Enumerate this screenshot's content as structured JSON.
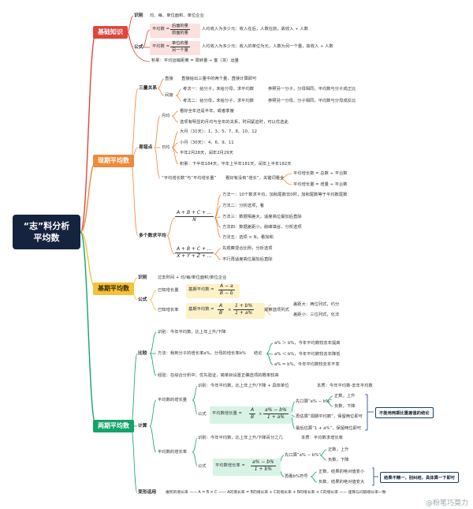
{
  "root": {
    "line1": "“志”料分析",
    "line2": "平均数"
  },
  "branches": {
    "basic": "基础知识",
    "current": "现期平均数",
    "base": "基期平均数",
    "two": "两期平均数"
  },
  "basic": {
    "identify": "识别",
    "identify_text": "均、每、单位面积、单位企业",
    "formula": "公式",
    "f1_label": "平均数 =",
    "f1_num": "后面的量",
    "f1_den": "前面的量",
    "f1_text": "人均收入为多少元：收入在后，人数在前，故收入 ÷ 人数",
    "f2_label": "平均数 =",
    "f2_num": "单位的量",
    "f2_den": "另一个量",
    "f2_text": "人均收入为多少元：收入的单位为元，人数为另一个量，故收入 ÷ 人数",
    "product": "积累：平均运输距离 = 周转量 ÷ 客（货）运量"
  },
  "current": {
    "three": "三量关系",
    "direct": "直接",
    "direct_text": "直接给出三量中的两个量，直接计算即可",
    "indirect": "间接",
    "ind1": "考法一：给分子，未给分母，求平均数",
    "ind1b": "参照另一分子，分母相同，平均数与分子成正比",
    "ind2": "考法二：给分母，未给分子，求平均数",
    "ind2b": "参照另一分母，分子相同，平均数与分母成反比",
    "easy": "易错点",
    "month": "月均",
    "month1": "看好全年还是半年，或者季度",
    "month2": "选项有明显的月均与全年的关系，时间紧迫时，可以优选此",
    "day": "日均",
    "big": "大月（31天）：1、3、5、7、8、10、12",
    "small": "小月（30天）：4、6、9、11",
    "feb": "平年2月28天，闰年2月29天",
    "accum": "积累：下半年184天，平年上半年181天，闰年上半年182天",
    "growth": "“平均增长数”与“平均增长量”",
    "growth_text": "看好有没有“增长”，关键词看全",
    "g1": "平均增长数 = 总数 ÷ 平台数",
    "g2": "平均增长量 = 增量 ÷ 平台数",
    "multi": "多个数求平均",
    "frac1_num": "A + B + C + …",
    "frac1_den": "N",
    "m1": "方法一：10个数求平均，加和尾数非0时，加和尾数等于平均数尾数",
    "m2": "方法二：分析选项，看",
    "m3": "方法三：数据相差大，适度高位最加后直除",
    "m4": "方法四：数据差距小，削峰填谷，分析选项",
    "m5": "方法五：选项 × N，看加和",
    "frac2_num": "A + B + C + …",
    "frac2_den": "X + Y + Z + …",
    "m6": "先观察混合比例，分析选项",
    "m7": "不行再适度高位最加后直除"
  },
  "base": {
    "identify": "识别",
    "identify_text": "过去时间 + 均/每/单位面积/单位企业",
    "formula": "公式",
    "amount": "已知增长量",
    "amount_label": "基期平均数 =",
    "amount_num": "A − a",
    "amount_den": "B − b",
    "rate": "已知增长率",
    "rate_label": "基期平均数 =",
    "rate_a_num": "A",
    "rate_a_den": "B",
    "rate_b_num": "1 + b%",
    "rate_b_den": "1 + a%",
    "rate_text": "观察选项列式",
    "r1": "差距大：两位列式，约分",
    "r2": "差距小：三位列式，化法"
  },
  "two": {
    "compare": "比较",
    "c1": "识别：今年平均数，比上年上升/下降",
    "method": "方法：我到分子的增长率a%，分母的增长率b%",
    "conclude": "结论",
    "k1": "a% ＞ b%，今年平均数较去年提高",
    "k2": "a% ＜ b%，今年平均数较去年降低",
    "k3": "a% = b%，今年平均数较去年不变",
    "exp": "经验：在综合分析中，优先验证，简单目设置正确选项的概率较高",
    "calc": "计算",
    "avg_amount": "平均数的增长量",
    "aa1": "识别：今年平均数，比上年上升/下降 + 具体单位",
    "aa1b": "本质：今年平均数-去年平均数",
    "formula": "公式",
    "aa_label": "平均数增长量 =",
    "aa_num1": "A",
    "aa_den1": "B",
    "aa_num2": "a% − b%",
    "aa_den2": "1 + a%",
    "first": "先口算“a% − b%”",
    "pos": "正数，上升",
    "neg": "负数，下降",
    "again": "再估算“观期平均数”，保留两位即可",
    "last": "最后估算“1 + a%”，保留两位即可",
    "note1": "不能用两期比重差值的结论",
    "avg_rate": "平均数的增长率",
    "ar1": "识别：今年平均数，比上年上升/下降百分之几",
    "ar1b": "本质：平均数求增长率",
    "ar_label": "平均数增长率 =",
    "ar_num": "a% − b%",
    "ar_den": "1 + b%",
    "first2": "先口算“a% − b%”",
    "pos2": "正数，上升",
    "neg2": "负数，下降",
    "again2": "再看b%符号",
    "b1": "正数，结果的绝对值变小",
    "b2": "负数，结果的绝对值变大",
    "note2": "结果不精一，别纠结，具体算一下即可",
    "variant": "变形运用",
    "variant_text": "乘积的增长率 —— A = B × C —— A的增长率 = B的增长率 + C的增长率 + B的增长率 × C的增长率 —— 速算与间隔增长率一致"
  },
  "watermark": "@粉笔巧莫力",
  "colors": {
    "red": "#e0443a",
    "orange": "#f08a3a",
    "yellow": "#f3c23a",
    "green": "#13a36a",
    "root": "#15233f"
  }
}
